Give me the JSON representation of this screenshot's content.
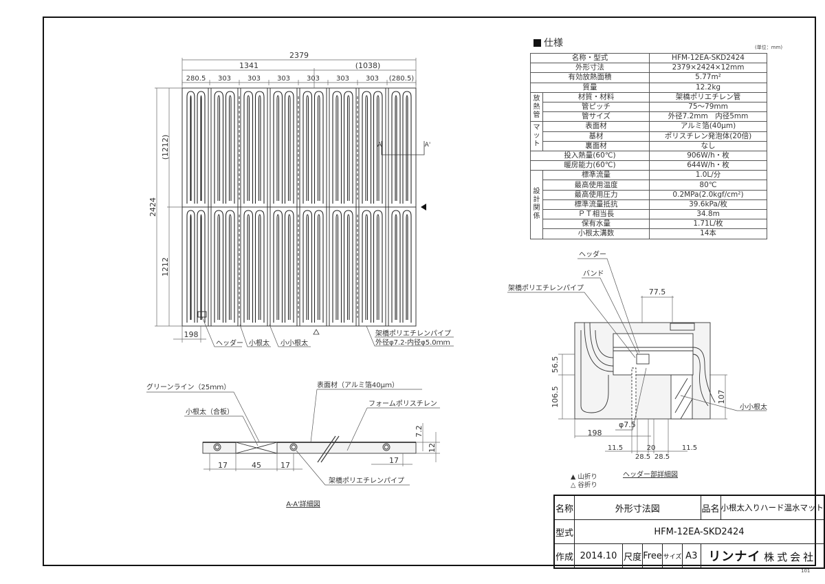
{
  "drawing": {
    "sheet_number": "101",
    "plan_view": {
      "overall_width": "2379",
      "left_span": "1341",
      "right_span": "(1038)",
      "segments": [
        "280.5",
        "303",
        "303",
        "303",
        "303",
        "303",
        "303",
        "(280.5)"
      ],
      "overall_height": "2424",
      "upper_height": "(1212)",
      "lower_height": "1212",
      "header_offset": "198",
      "section_marker_left": "A",
      "section_marker_right": "A'",
      "callouts": {
        "header": "ヘッダー",
        "joist": "小根太",
        "small_joist": "小小根太",
        "pipe_line1": "架橋ポリエチレンパイプ",
        "pipe_line2": "外径φ7.2-内径φ5.0ｍｍ"
      }
    },
    "section_view": {
      "title": "A-A'詳細図",
      "callouts": {
        "green_line": "グリーンライン（25ｍｍ）",
        "joist_plywood": "小根太（合板）",
        "surface": "表面材（アルミ箔40μｍ）",
        "foam": "フォームポリスチレン",
        "pipe": "架橋ポリエチレンパイプ"
      },
      "dims": {
        "left_17": "17",
        "joist_45": "45",
        "mid_17": "17",
        "right_17": "17",
        "pipe_depth": "7.2",
        "thickness": "12"
      }
    },
    "header_detail": {
      "title": "ヘッダー部詳細図",
      "callouts": {
        "header": "ヘッダー",
        "band": "バンド",
        "pipe": "架橋ポリエチレンパイプ",
        "small_joist": "小小根太"
      },
      "dims": {
        "top_width": "77.5",
        "v_56_5": "56.5",
        "v_106_5": "106.5",
        "v_107": "107",
        "dia": "φ7.5",
        "h_198": "198",
        "left_11_5": "11.5",
        "right_11_5": "11.5",
        "mid_20": "20",
        "left_28_5": "28.5",
        "right_28_5": "28.5"
      }
    },
    "fold_legend": {
      "mountain": "▲ 山折り",
      "valley": "△ 谷折り"
    }
  },
  "spec": {
    "title": "仕様",
    "unit": "(単位：mm)",
    "rows": [
      {
        "group": "",
        "label": "名称・型式",
        "value": "HFM-12EA-SKD2424"
      },
      {
        "group": "",
        "label": "外形寸法",
        "value": "2379×2424×12mm"
      },
      {
        "group": "",
        "label": "有効放熱面積",
        "value": "5.77m²"
      },
      {
        "group": "",
        "label": "質量",
        "value": "12.2kg"
      },
      {
        "group": "放熱管",
        "label": "材質・材料",
        "value": "架橋ポリエチレン管"
      },
      {
        "group": "放熱管",
        "label": "管ピッチ",
        "value": "75〜79mm"
      },
      {
        "group": "放熱管",
        "label": "管サイズ",
        "value": "外径7.2mm　内径5mm"
      },
      {
        "group": "マット",
        "label": "表面材",
        "value": "アルミ箔(40μm)"
      },
      {
        "group": "マット",
        "label": "基材",
        "value": "ポリスチレン発泡体(20倍)"
      },
      {
        "group": "マット",
        "label": "裏面材",
        "value": "なし"
      },
      {
        "group": "",
        "label": "投入熱量(60℃)",
        "value": "906W/h・枚"
      },
      {
        "group": "",
        "label": "暖房能力(60℃)",
        "value": "644W/h・枚"
      },
      {
        "group": "設計関係",
        "label": "標準流量",
        "value": "1.0L/分"
      },
      {
        "group": "設計関係",
        "label": "最高使用温度",
        "value": "80℃"
      },
      {
        "group": "設計関係",
        "label": "最高使用圧力",
        "value": "0.2MPa(2.0kgf/cm²)"
      },
      {
        "group": "設計関係",
        "label": "標準流量抵抗",
        "value": "39.6kPa/枚"
      },
      {
        "group": "設計関係",
        "label": "ＰＴ相当長",
        "value": "34.8m"
      },
      {
        "group": "設計関係",
        "label": "保有水量",
        "value": "1.71L/枚"
      },
      {
        "group": "設計関係",
        "label": "小根太溝数",
        "value": "14本"
      }
    ],
    "group_labels": {
      "radiator": "放熱管",
      "mat": "マット",
      "design": "設計関係"
    }
  },
  "title_block": {
    "name_label": "名称",
    "name_value": "外形寸法図",
    "product_label": "品名",
    "product_value": "小根太入りハード温水マット",
    "model_label": "型式",
    "model_value": "HFM-12EA-SKD2424",
    "created_label": "作成",
    "created_value": "2014.10",
    "scale_label": "尺度",
    "scale_value": "Free",
    "size_label": "サイズ",
    "size_value": "A3",
    "company_brand": "リンナイ",
    "company_suffix": "株式会社"
  }
}
